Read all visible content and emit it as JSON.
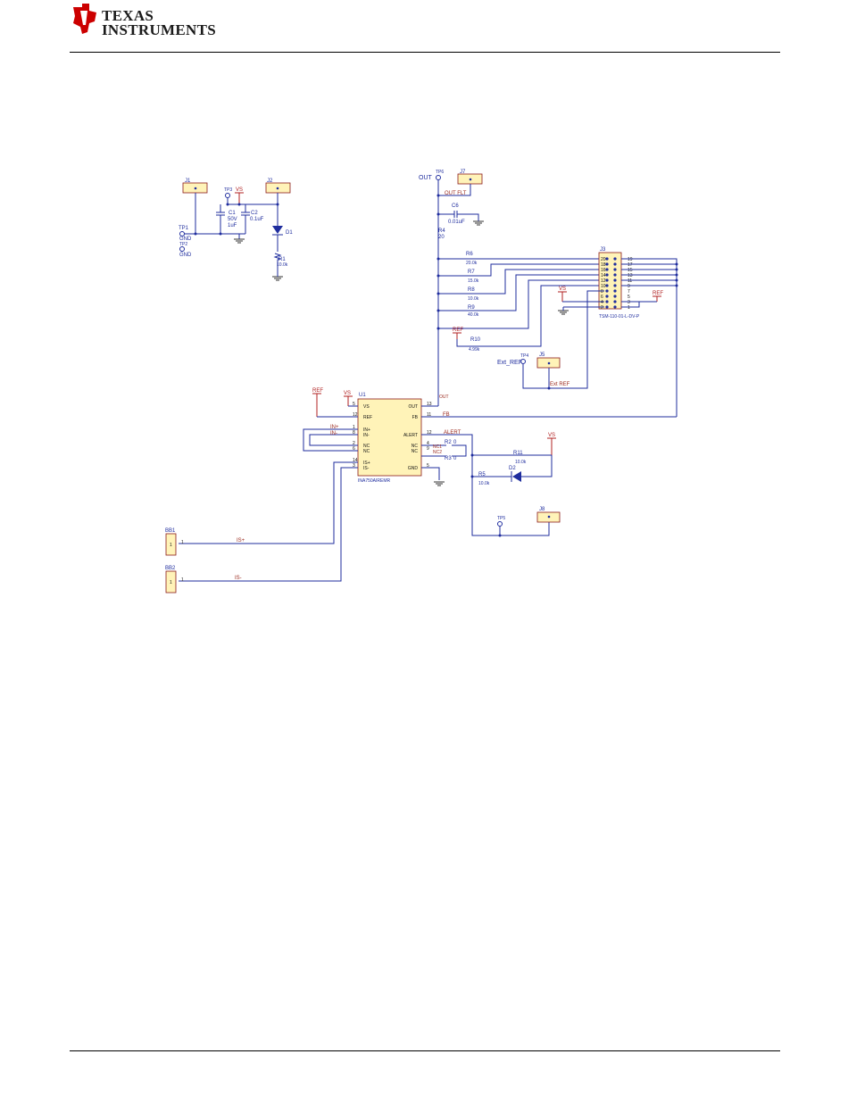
{
  "header": {
    "logo_line1": "TEXAS",
    "logo_line2": "INSTRUMENTS",
    "brand_color": "#cc0000"
  },
  "schematic": {
    "title_nets": {
      "out": "OUT",
      "ext_ref": "Ext_REF",
      "gnd1": "GND",
      "gnd2": "GND"
    },
    "connectors": {
      "j1": "J1",
      "j2": "J2",
      "j3": "J3",
      "j5": "J5",
      "j7": "J7",
      "j8": "J8",
      "j3_part": "TSM-110-01-L-DV-P",
      "j5_net": "Ext REF",
      "j7_net": "OUT FLT"
    },
    "testpoints": {
      "tp1": "TP1",
      "tp2": "TP2",
      "tp3": "TP3",
      "tp4": "TP4",
      "tp5": "TP5",
      "tp6": "TP6"
    },
    "components": {
      "c1": "C1",
      "c1_v1": "50V",
      "c1_v2": "1uF",
      "c2": "C2",
      "c2_v": "0.1uF",
      "c6": "C6",
      "c6_v": "0.01uF",
      "d1": "D1",
      "d2": "D2",
      "r1": "R1",
      "r1_v": "10.0k",
      "r2": "R2",
      "r2_v": "0",
      "r3": "R3",
      "r3_v": "0",
      "r4": "R4",
      "r4_v": "20",
      "r5": "R5",
      "r5_v": "10.0k",
      "r6": "R6",
      "r6_v": "20.0k",
      "r7": "R7",
      "r7_v": "15.0k",
      "r8": "R8",
      "r8_v": "10.0k",
      "r9": "R9",
      "r9_v": "40.0k",
      "r10": "R10",
      "r10_v": "4.99k",
      "r11": "R11",
      "r11_v": "10.0k"
    },
    "ic": {
      "ref": "U1",
      "part": "INA750AIREMR",
      "pins_left": [
        "VS",
        "REF",
        "IN+",
        "IN-",
        "NC",
        "NC",
        "IS+",
        "IS-"
      ],
      "pins_left_nums": [
        "5",
        "12",
        "1",
        "8",
        "2",
        "6",
        "14",
        "3"
      ],
      "pins_right": [
        "OUT",
        "FB",
        "ALERT",
        "NC",
        "NC",
        "GND"
      ],
      "pins_right_nums": [
        "13",
        "11",
        "12",
        "4",
        "9",
        "5"
      ]
    },
    "nets": {
      "vs": "VS",
      "ref": "REF",
      "in_p": "IN+",
      "in_n": "IN-",
      "nc1": "NC1",
      "nc2": "NC2",
      "alert": "ALERT",
      "fb": "FB",
      "out": "OUT",
      "is_p": "IS+",
      "is_n": "IS-"
    },
    "bus_bars": {
      "bb1": "BB1",
      "bb2": "BB2"
    },
    "j3_pins_left": [
      "20",
      "18",
      "16",
      "14",
      "12",
      "10",
      "8",
      "6",
      "4",
      "2"
    ],
    "j3_pins_right": [
      "19",
      "17",
      "15",
      "13",
      "11",
      "9",
      "7",
      "5",
      "3",
      "1"
    ]
  }
}
